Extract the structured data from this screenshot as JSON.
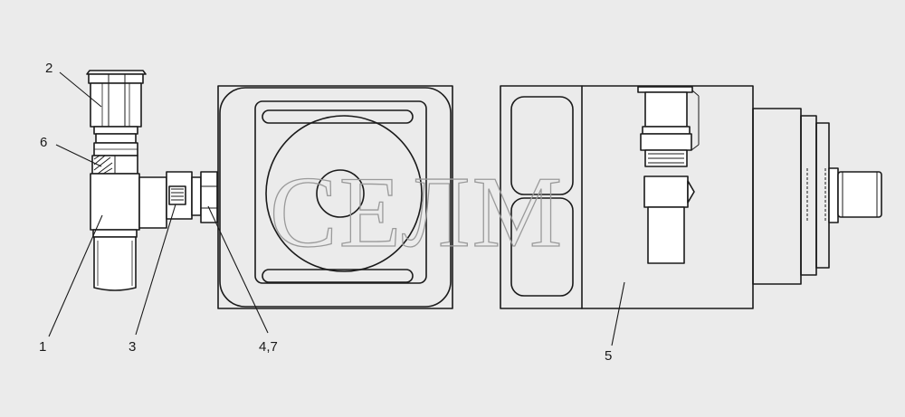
{
  "watermark": "СЕЛМ",
  "callouts": {
    "c1": "1",
    "c2": "2",
    "c3": "3",
    "c47": "4,7",
    "c5": "5",
    "c6": "6"
  }
}
